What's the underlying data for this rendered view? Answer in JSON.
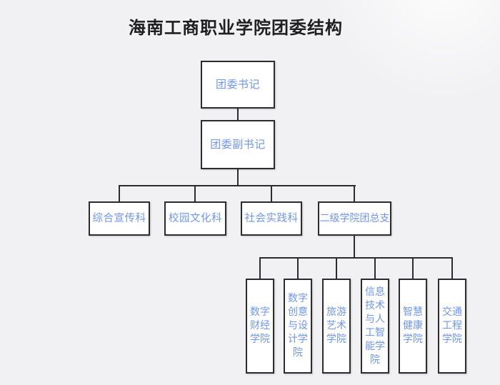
{
  "title": "海南工商职业学院团委结构",
  "colors": {
    "background": "#f1f1f3",
    "node_fill": "#ffffff",
    "node_border": "#2c2c2e",
    "connector": "#2c2c2e",
    "node_text": "#6e96f4",
    "title_text": "#1e1e20"
  },
  "org": {
    "level1": {
      "label": "团委书记"
    },
    "level2": {
      "label": "团委副书记"
    },
    "level3": [
      {
        "label": "综合宣传科"
      },
      {
        "label": "校园文化科"
      },
      {
        "label": "社会实践科"
      },
      {
        "label": "二级学院团总支"
      }
    ],
    "level4": [
      {
        "label": "数字财经学院"
      },
      {
        "label": "数字创意与设计学院"
      },
      {
        "label": "旅游艺术学院"
      },
      {
        "label": "信息技术与人工智能学院"
      },
      {
        "label": "智慧健康学院"
      },
      {
        "label": "交通工程学院"
      }
    ]
  }
}
